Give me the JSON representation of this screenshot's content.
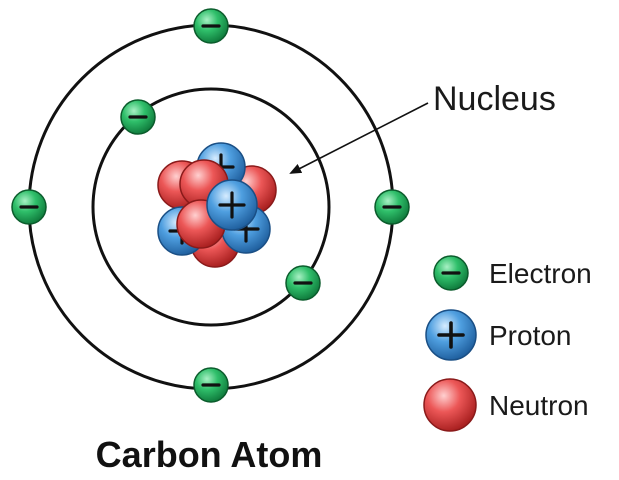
{
  "title": "Carbon Atom",
  "callout": {
    "label": "Nucleus"
  },
  "legend": [
    {
      "key": "electron",
      "label": "Electron",
      "sign": "minus"
    },
    {
      "key": "proton",
      "label": "Proton",
      "sign": "plus"
    },
    {
      "key": "neutron",
      "label": "Neutron",
      "sign": "none"
    }
  ],
  "counts": {
    "electrons": 6,
    "protons": 6,
    "neutrons": 6,
    "shells": 2
  },
  "colors": {
    "electron": "#1e9e55",
    "proton": "#3a86c8",
    "neutron": "#e04848",
    "orbit": "#111111",
    "text": "#1a1a1a"
  }
}
